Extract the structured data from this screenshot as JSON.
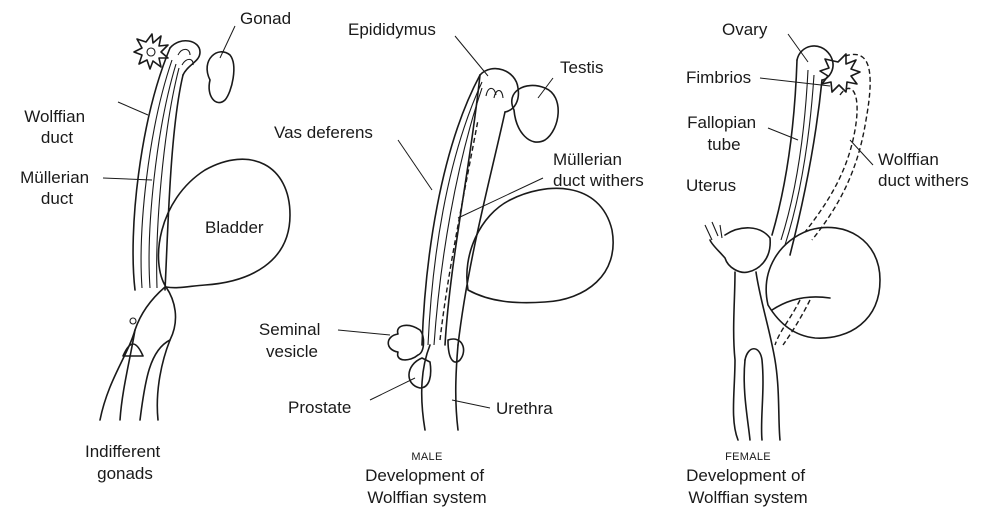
{
  "panels": {
    "indifferent": {
      "labels": {
        "gonad": "Gonad",
        "wolffian_duct": [
          "Wolffian",
          "duct"
        ],
        "mullerian_duct": [
          "Müllerian",
          "duct"
        ],
        "bladder": "Bladder"
      },
      "caption": [
        "Indifferent",
        "gonads"
      ]
    },
    "male": {
      "labels": {
        "epididymus": "Epididymus",
        "testis": "Testis",
        "vas_deferens": "Vas deferens",
        "mullerian_withers": [
          "Müllerian",
          "duct withers"
        ],
        "seminal_vesicle": [
          "Seminal",
          "vesicle"
        ],
        "prostate": "Prostate",
        "urethra": "Urethra"
      },
      "tag": "MALE",
      "caption": [
        "Development of",
        "Wolffian system"
      ]
    },
    "female": {
      "labels": {
        "ovary": "Ovary",
        "fimbrios": "Fimbrios",
        "fallopian_tube": [
          "Fallopian",
          "tube"
        ],
        "uterus": "Uterus",
        "wolffian_withers": [
          "Wolffian",
          "duct withers"
        ]
      },
      "tag": "FEMALE",
      "caption": [
        "Development of",
        "Wolffian system"
      ]
    }
  }
}
